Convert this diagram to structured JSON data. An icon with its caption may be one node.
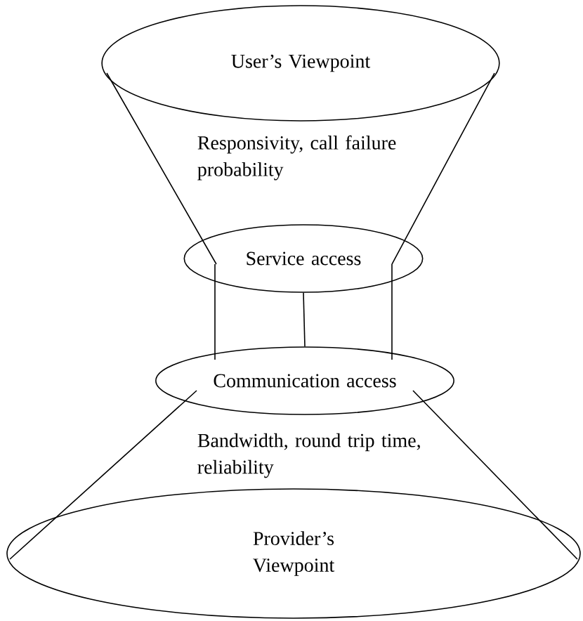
{
  "diagram": {
    "nodes": [
      {
        "text": [
          "User’s Viewpoint"
        ]
      },
      {
        "text": [
          "Service access"
        ]
      },
      {
        "text": [
          "Communication access"
        ]
      },
      {
        "text": [
          "Provider’s Viewpoint"
        ]
      }
    ],
    "edges": [
      {
        "from": 1,
        "to": 2,
        "arrow": "none"
      }
    ],
    "labels": [
      "Responsivity, call failure probability",
      "Bandwidth, round trip time, reliability"
    ]
  }
}
